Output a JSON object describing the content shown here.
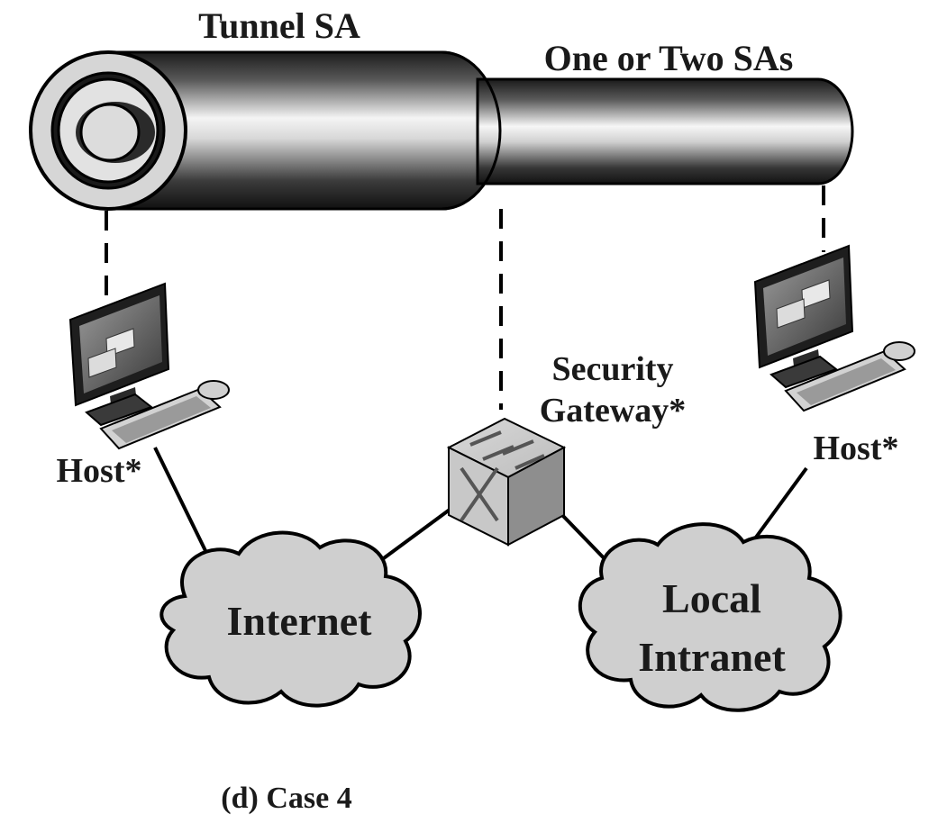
{
  "diagram": {
    "tunnel_label": "Tunnel SA",
    "inner_label": "One or Two SAs",
    "gateway_label_line1": "Security",
    "gateway_label_line2": "Gateway*",
    "host_left_label": "Host*",
    "host_right_label": "Host*",
    "cloud_left_label": "Internet",
    "cloud_right_label_line1": "Local",
    "cloud_right_label_line2": "Intranet",
    "caption": "(d) Case 4"
  }
}
